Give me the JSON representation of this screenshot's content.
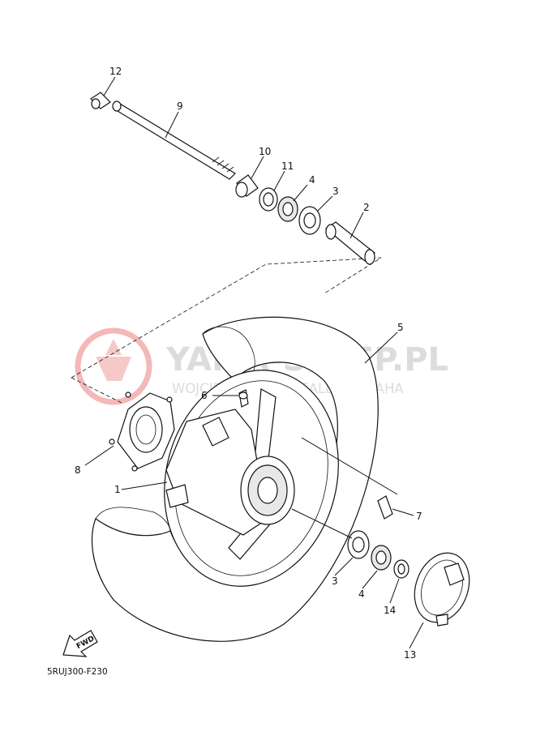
{
  "watermark": {
    "line1": "YAMA-SKLEP.PL",
    "line2": "WOJCIECHOWSKI DEALER YAMAHA"
  },
  "fwd_label": "FWD",
  "diagram_code": "5RUJ300-F230",
  "callouts": {
    "c1": "1",
    "c2": "2",
    "c3a": "3",
    "c3b": "3",
    "c4a": "4",
    "c4b": "4",
    "c5": "5",
    "c6": "6",
    "c7": "7",
    "c8": "8",
    "c9": "9",
    "c10": "10",
    "c11": "11",
    "c12": "12",
    "c13": "13",
    "c14": "14"
  },
  "colors": {
    "logo_red": "#f4b8b8"
  }
}
